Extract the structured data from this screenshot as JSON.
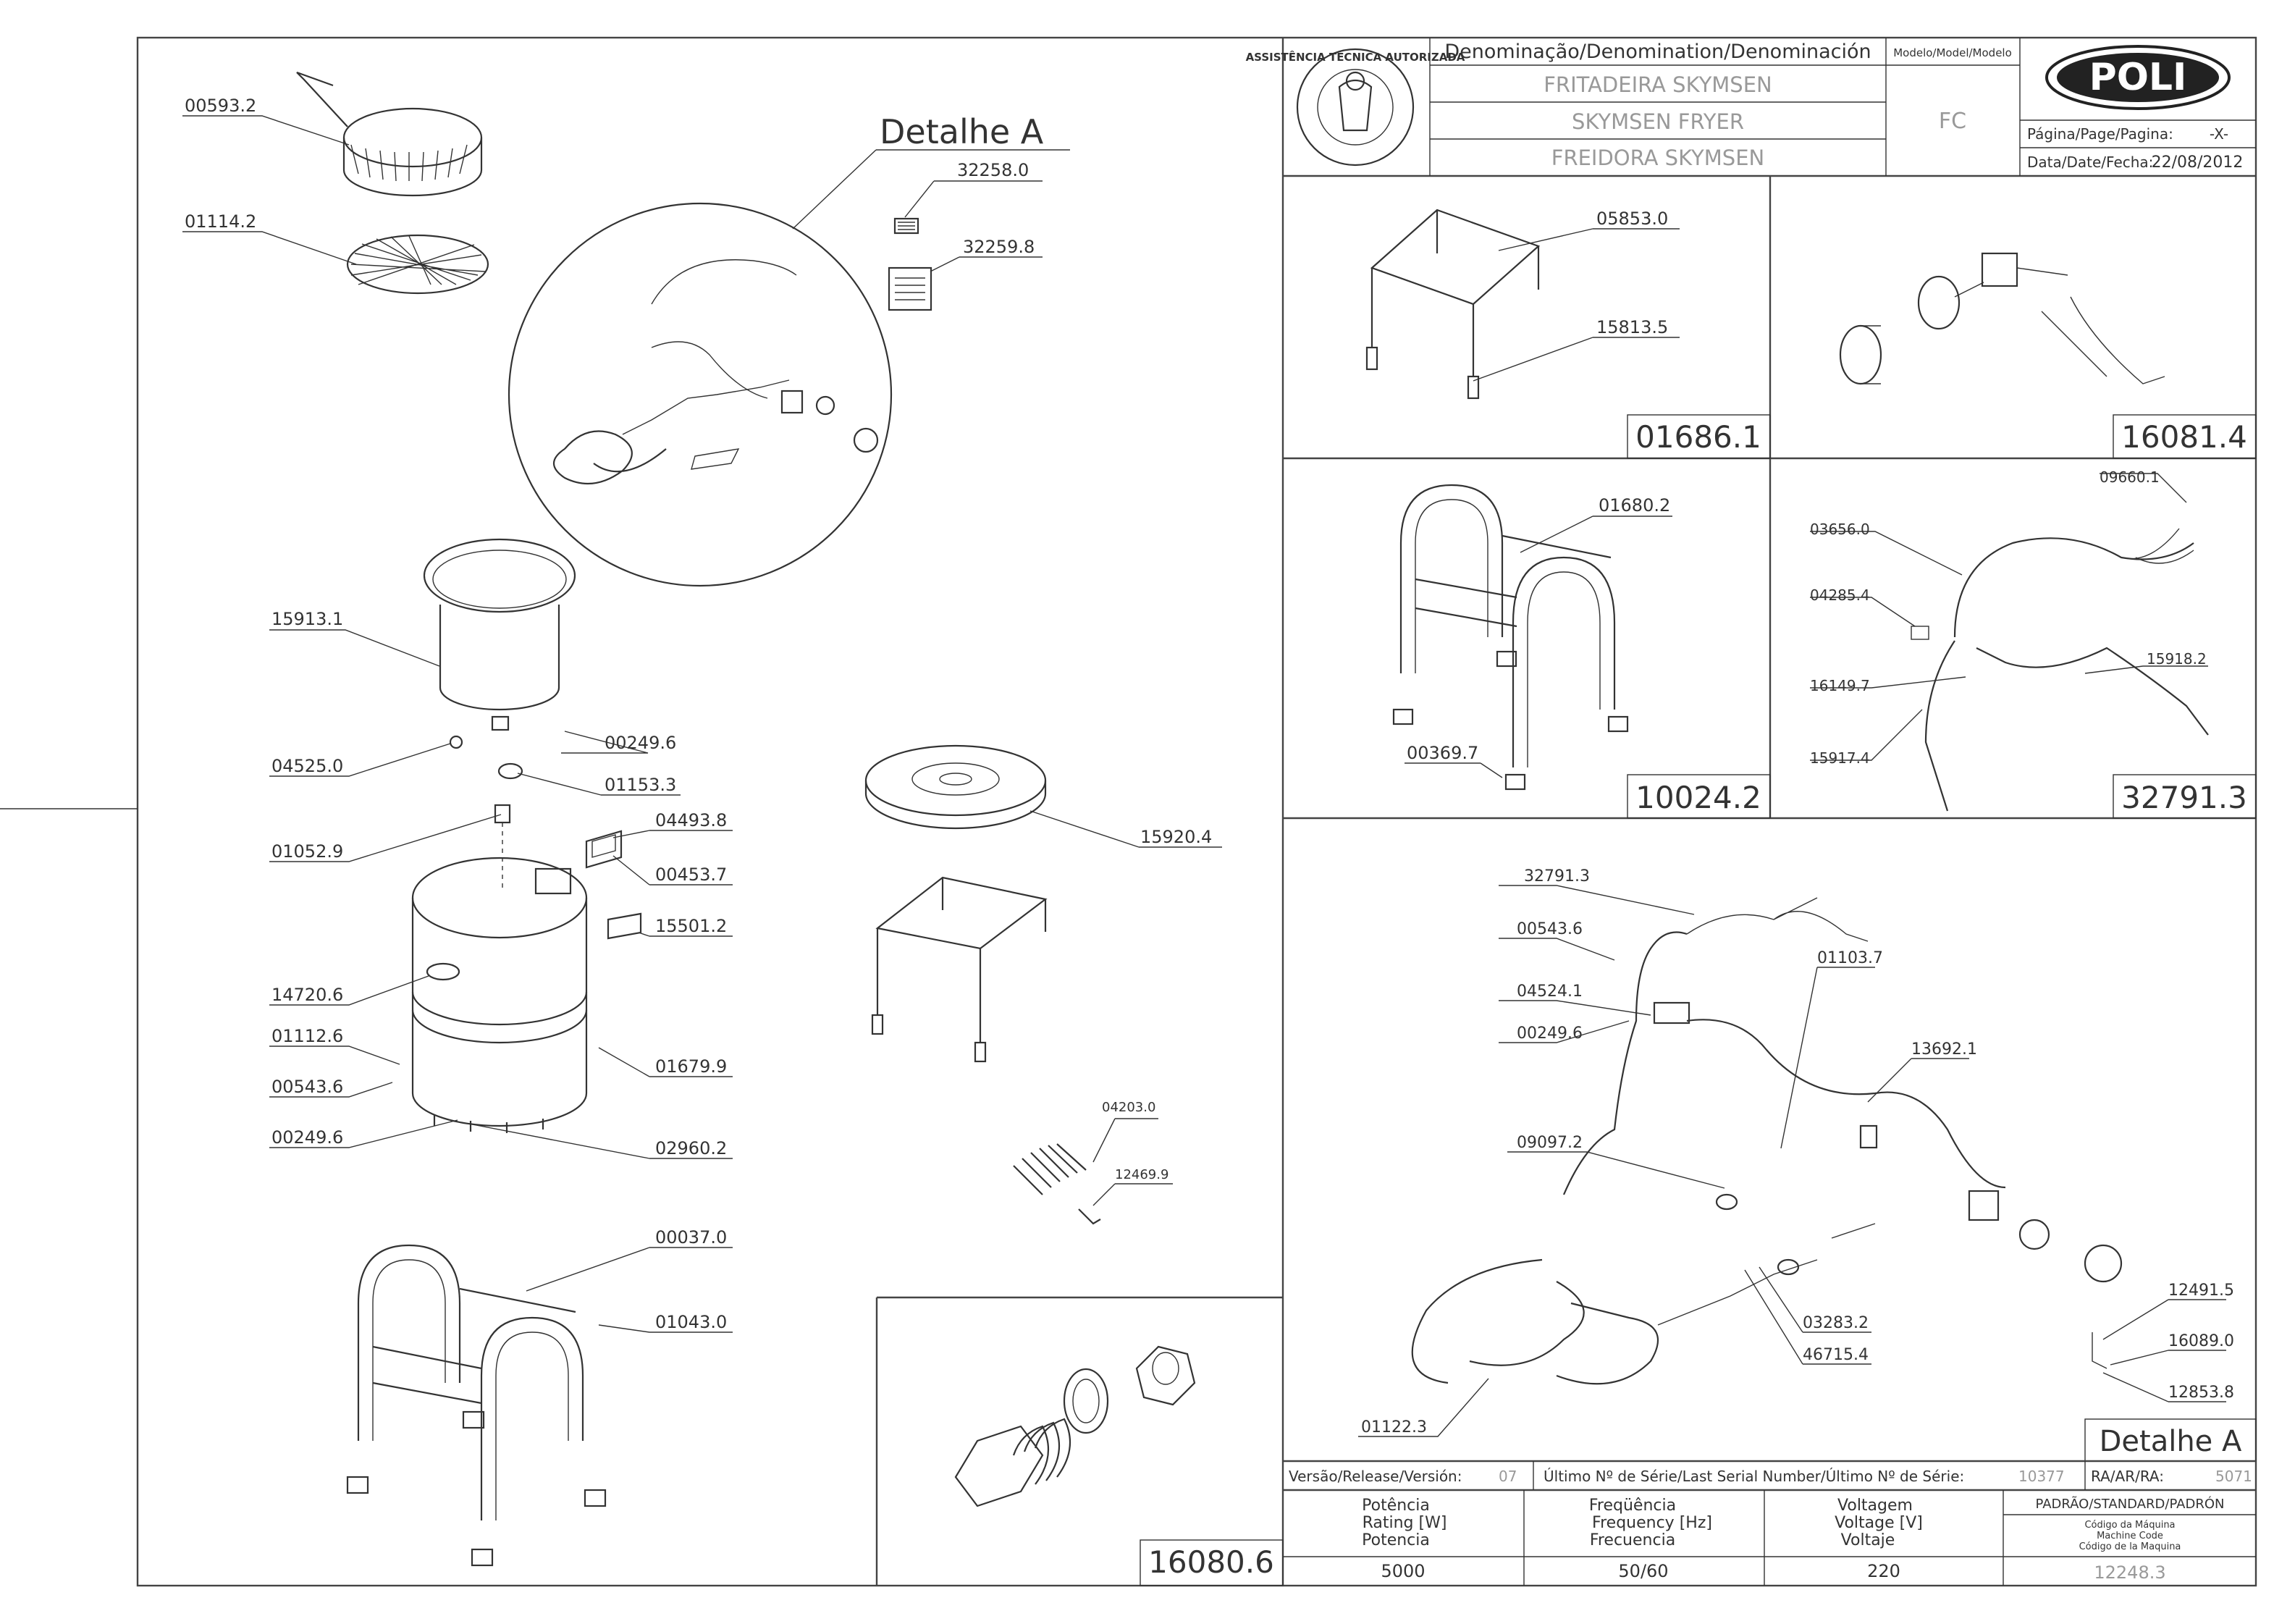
{
  "title_block": {
    "denomination_header": "Denominação/Denomination/Denominación",
    "names": [
      "FRITADEIRA SKYMSEN",
      "SKYMSEN FRYER",
      "FREIDORA SKYMSEN"
    ],
    "model_header": "Modelo/Model/Modelo",
    "model": "FC",
    "logo_text": "POLI",
    "seal_text": "ASSISTÊNCIA TÉCNICA AUTORIZADA",
    "page_label": "Página/Page/Pagina:",
    "page_value": "-X-",
    "date_label": "Data/Date/Fecha:",
    "date_value": "22/08/2012"
  },
  "main_view": {
    "detail_title": "Detalhe A",
    "part_labels": [
      "00593.2",
      "01114.2",
      "32258.0",
      "32259.8",
      "15913.1",
      "00249.6",
      "04525.0",
      "01153.3",
      "01052.9",
      "04493.8",
      "00453.7",
      "15501.2",
      "14720.6",
      "01112.6",
      "00543.6",
      "00249.6",
      "01679.9",
      "02960.2",
      "15920.4",
      "04203.0",
      "12469.9",
      "00037.0",
      "01043.0"
    ]
  },
  "sub_panels": [
    {
      "code": "01686.1",
      "labels": [
        "05853.0",
        "15813.5"
      ]
    },
    {
      "code": "16081.4",
      "labels": []
    },
    {
      "code": "10024.2",
      "labels": [
        "01680.2",
        "00369.7"
      ]
    },
    {
      "code": "32791.3",
      "labels": [
        "09660.1",
        "03656.0",
        "04285.4",
        "15918.2",
        "16149.7",
        "15917.4"
      ]
    },
    {
      "code": "16080.6",
      "labels": []
    }
  ],
  "detail_panel": {
    "title": "Detalhe A",
    "labels": [
      "32791.3",
      "00543.6",
      "04524.1",
      "00249.6",
      "01103.7",
      "13692.1",
      "09097.2",
      "12491.5",
      "16089.0",
      "12853.8",
      "03283.2",
      "46715.4",
      "01122.3"
    ]
  },
  "footer": {
    "release_label": "Versão/Release/Versión:",
    "release_value": "07",
    "serial_label": "Último Nº de Série/Last Serial Number/Último Nº de Série:",
    "serial_value": "10377",
    "ra_label": "RA/AR/RA:",
    "ra_value": "5071",
    "power_labels": [
      "Potência",
      "Rating [W]",
      "Potencia"
    ],
    "power_value": "5000",
    "freq_labels": [
      "Freqüência",
      "Frequency [Hz]",
      "Frecuencia"
    ],
    "freq_value": "50/60",
    "volt_labels": [
      "Voltagem",
      "Voltage [V]",
      "Voltaje"
    ],
    "volt_value": "220",
    "standard_label": "PADRÃO/STANDARD/PADRÓN",
    "machine_code_labels": [
      "Código da Máquina",
      "Machine Code",
      "Código de la Maquina"
    ],
    "machine_code_value": "12248.3"
  }
}
